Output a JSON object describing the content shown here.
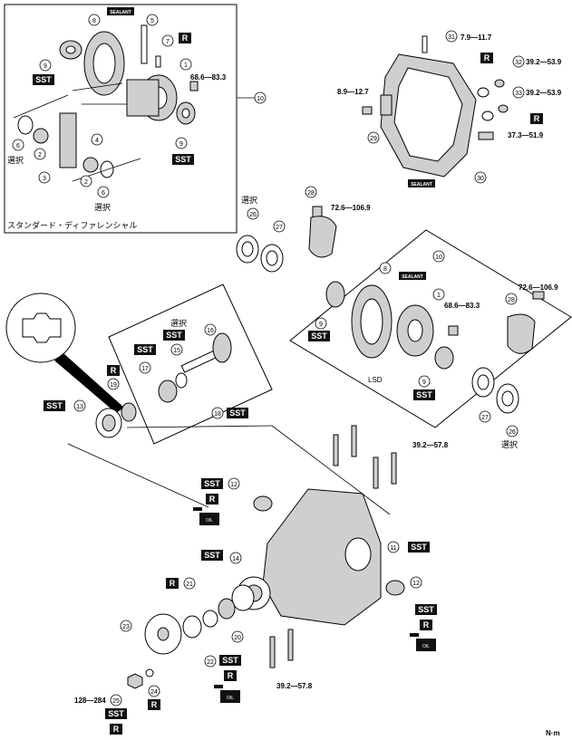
{
  "title_std_diff": "スタンダード・ディファレンシャル",
  "select_label": "選択",
  "lsd_label": "LSD",
  "unit_label": "N·m",
  "tags": {
    "sst": "SST",
    "r": "R",
    "sealant": "SEALANT",
    "oil": "OIL"
  },
  "torques": {
    "t_68_83": "68.6—83.3",
    "t_7_11": "7.9—11.7",
    "t_39_53": "39.2—53.9",
    "t_8_12": "8.9—12.7",
    "t_37_51": "37.3—51.9",
    "t_72_106": "72.6—106.9",
    "t_39_57": "39.2—57.8",
    "t_128_284": "128—284"
  },
  "part_numbers": [
    "1",
    "2",
    "3",
    "4",
    "5",
    "6",
    "7",
    "8",
    "9",
    "10",
    "11",
    "12",
    "13",
    "14",
    "15",
    "16",
    "17",
    "18",
    "19",
    "20",
    "21",
    "22",
    "23",
    "24",
    "25",
    "26",
    "27",
    "28",
    "29",
    "30",
    "31",
    "32",
    "33"
  ]
}
